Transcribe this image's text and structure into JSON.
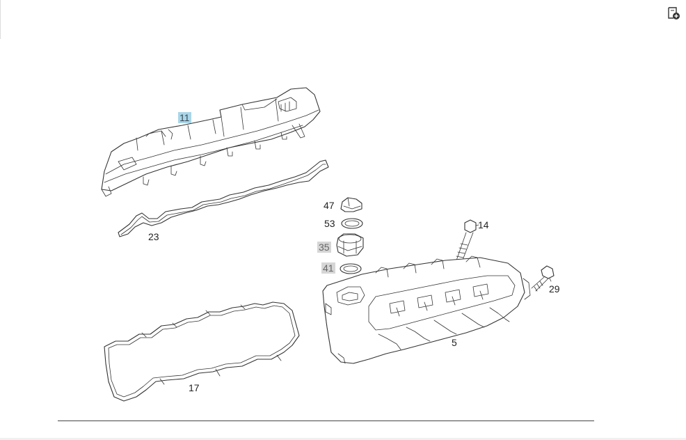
{
  "toolbar": {
    "add_icon": "page-add-icon"
  },
  "callouts": [
    {
      "id": "11",
      "label": "11",
      "highlight": "blue"
    },
    {
      "id": "23",
      "label": "23",
      "highlight": "none"
    },
    {
      "id": "47",
      "label": "47",
      "highlight": "none"
    },
    {
      "id": "53",
      "label": "53",
      "highlight": "none"
    },
    {
      "id": "35",
      "label": "35",
      "highlight": "grey"
    },
    {
      "id": "41",
      "label": "41",
      "highlight": "grey"
    },
    {
      "id": "14",
      "label": "14",
      "highlight": "none"
    },
    {
      "id": "29",
      "label": "29",
      "highlight": "none"
    },
    {
      "id": "5",
      "label": "5",
      "highlight": "none"
    },
    {
      "id": "17",
      "label": "17",
      "highlight": "none"
    }
  ],
  "colors": {
    "highlight_blue": "#a9d6e8",
    "highlight_grey": "#d6d6d6",
    "line": "#333333"
  }
}
